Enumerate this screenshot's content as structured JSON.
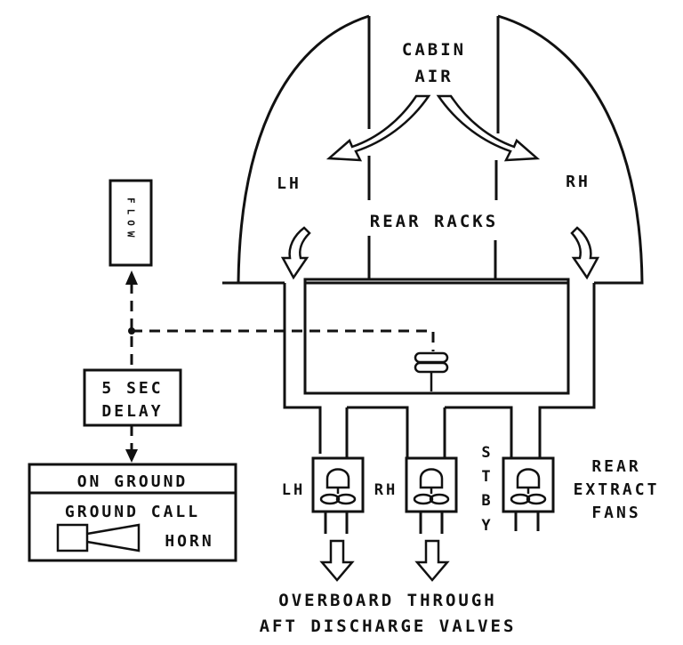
{
  "diagram": {
    "cabin_air": [
      "CABIN",
      "AIR"
    ],
    "lh_rack": "LH",
    "rh_rack": "RH",
    "rear_racks": "REAR RACKS",
    "flow_indicator": "FLOW",
    "delay_box": [
      "5 SEC",
      "DELAY"
    ],
    "on_ground": "ON GROUND",
    "ground_call": "GROUND CALL",
    "horn": "HORN",
    "fan_lh": "LH",
    "fan_rh": "RH",
    "fan_stby": [
      "S",
      "T",
      "B",
      "Y"
    ],
    "fans_label": [
      "REAR",
      "EXTRACT",
      "FANS"
    ],
    "overboard": [
      "OVERBOARD THROUGH",
      "AFT DISCHARGE VALVES"
    ]
  }
}
